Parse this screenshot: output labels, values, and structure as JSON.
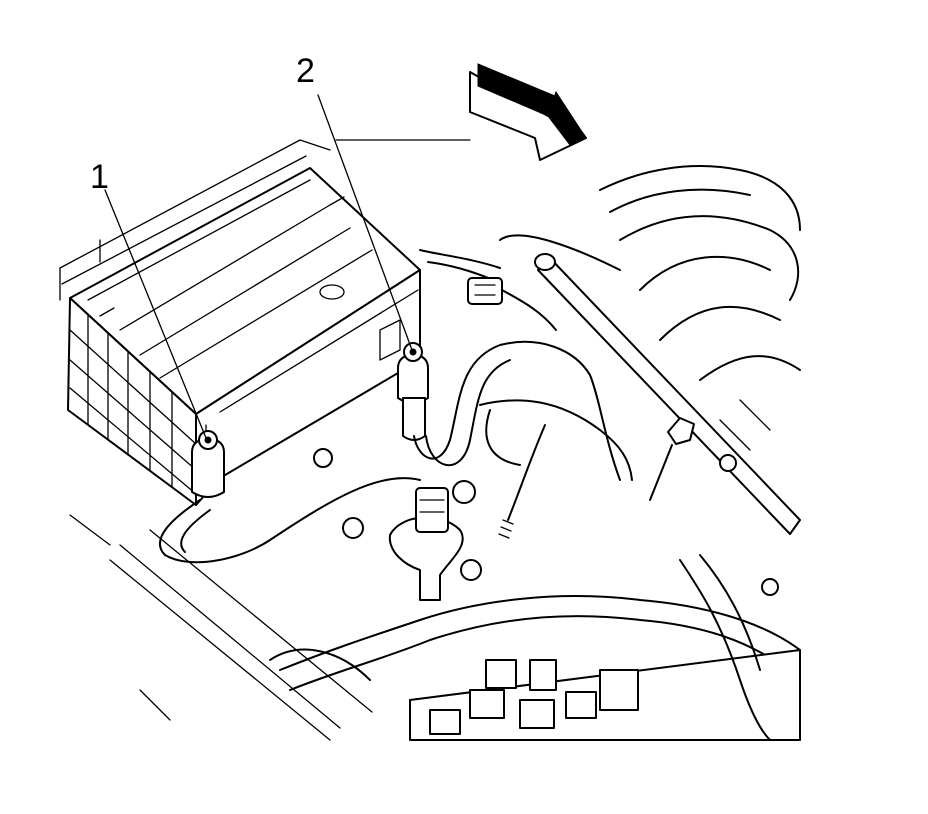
{
  "callouts": [
    {
      "id": "1",
      "label": "1"
    },
    {
      "id": "2",
      "label": "2"
    }
  ],
  "colors": {
    "ink": "#000000",
    "paper": "#ffffff"
  },
  "icons": {
    "direction": "forward-arrow-icon"
  }
}
